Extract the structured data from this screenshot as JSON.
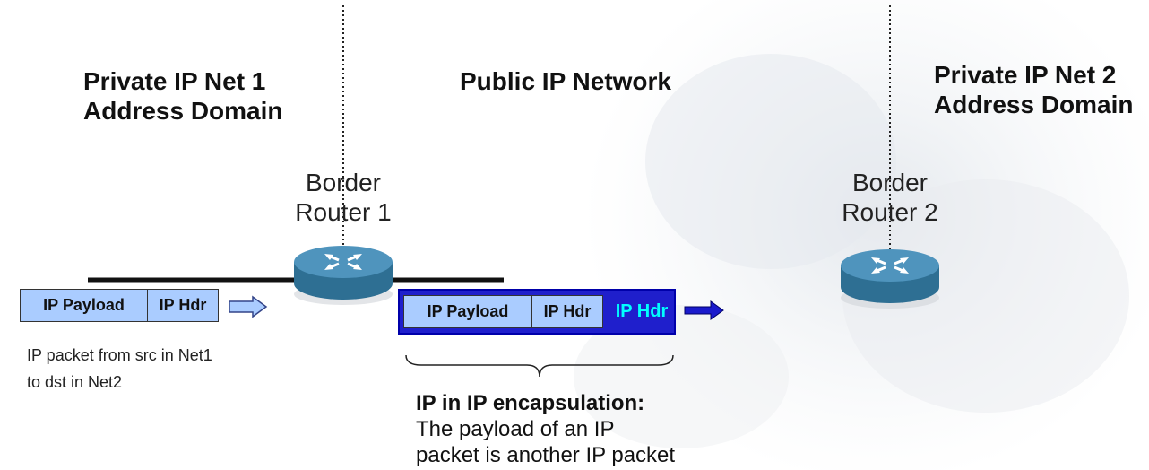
{
  "regions": {
    "net1": [
      "Private IP Net 1",
      "Address Domain"
    ],
    "public": "Public IP Network",
    "net2": [
      "Private IP Net 2",
      "Address Domain"
    ]
  },
  "routers": {
    "r1": [
      "Border",
      "Router 1"
    ],
    "r2": [
      "Border",
      "Router 2"
    ]
  },
  "packet_in": {
    "payload": "IP Payload",
    "hdr": "IP Hdr"
  },
  "packet_out": {
    "payload": "IP Payload",
    "inner_hdr": "IP Hdr",
    "outer_hdr": "IP Hdr"
  },
  "note": [
    "IP packet from src in Net1",
    "to dst in Net2"
  ],
  "encapsulation": {
    "title": "IP in IP encapsulation:",
    "lines": [
      "The payload of an IP",
      "packet is another IP packet"
    ]
  },
  "colors": {
    "light_cell": "#aaccff",
    "outer_frame": "#0000aa",
    "outer_hdr_text": "#00ffff",
    "router_body": "#3a7fa6",
    "arrow_outline": "#334488",
    "arrow_solid": "#1a1acc"
  }
}
